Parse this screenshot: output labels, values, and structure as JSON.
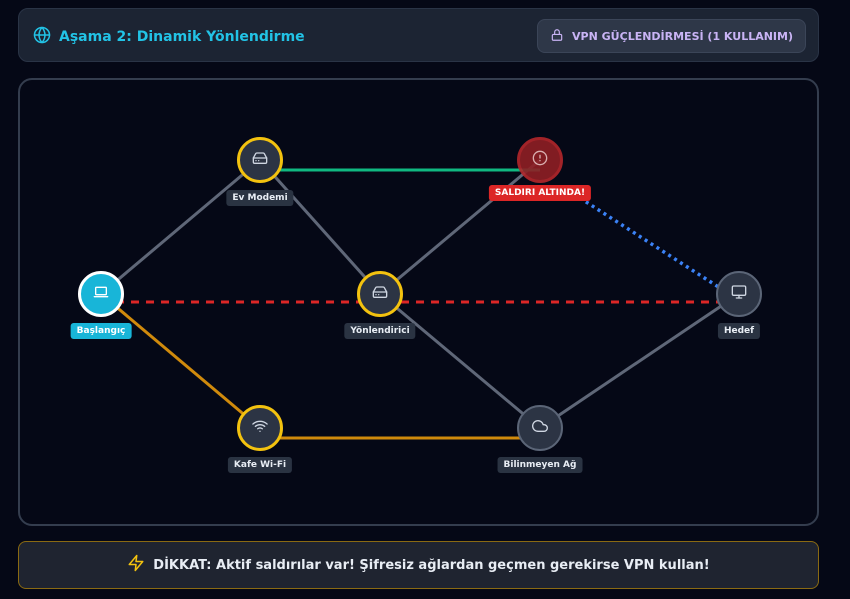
{
  "header": {
    "title": "Aşama 2: Dinamik Yönlendirme",
    "title_icon": "globe-icon",
    "vpn_button_label": "VPN GÜÇLENDİRMESİ (1 KULLANIM)",
    "vpn_icon": "lock-icon"
  },
  "nodes": {
    "home_modem": {
      "label": "Ev Modemi",
      "icon": "router-icon",
      "state": "visited"
    },
    "attack": {
      "label": "SALDIRI ALTINDA!",
      "icon": "alert-circle-icon",
      "state": "under-attack"
    },
    "start": {
      "label": "Başlangıç",
      "icon": "laptop-icon",
      "state": "current"
    },
    "router": {
      "label": "Yönlendirici",
      "icon": "router-icon",
      "state": "visited"
    },
    "target": {
      "label": "Hedef",
      "icon": "monitor-icon",
      "state": "unvisited"
    },
    "cafe_wifi": {
      "label": "Kafe Wi-Fi",
      "icon": "wifi-icon",
      "state": "visited"
    },
    "unknown_net": {
      "label": "Bilinmeyen Ağ",
      "icon": "cloud-icon",
      "state": "unvisited"
    }
  },
  "colors": {
    "accent": "#22c3e6",
    "visited_ring": "#f3c20f",
    "secure_link": "#10b981",
    "path_link": "#d08a0c",
    "danger": "#dc2626",
    "vpn_link": "#3b82f6",
    "default_link": "#5f6778"
  },
  "warning": {
    "icon": "lightning-icon",
    "text": "DİKKAT: Aktif saldırılar var! Şifresiz ağlardan geçmen gerekirse VPN kullan!"
  }
}
